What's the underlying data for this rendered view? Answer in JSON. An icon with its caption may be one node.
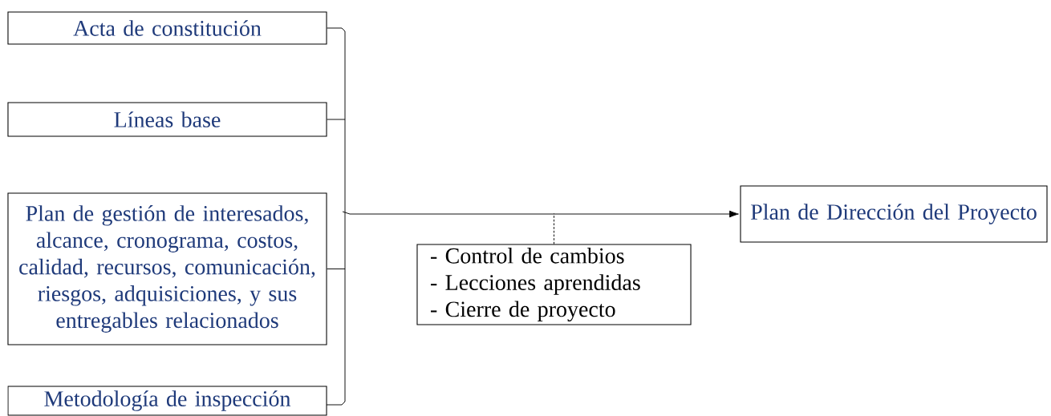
{
  "diagram": {
    "nodes": [
      {
        "text": [
          "Acta de constitución"
        ]
      },
      {
        "text": [
          "Líneas base"
        ]
      },
      {
        "text": [
          "Plan de gestión de interesados, alcance, cronograma, costos, calidad, recursos, comunicación, riesgos, adquisiciones, y sus entregables relacionados"
        ]
      },
      {
        "text": [
          "Metodología de inspección"
        ]
      },
      {
        "text": [
          "- Control de cambios",
          "- Lecciones aprendidas",
          "- Cierre de proyecto"
        ]
      },
      {
        "text": [
          "Plan de Dirección del Proyecto"
        ]
      }
    ],
    "edges": [
      {
        "from": 0,
        "to": 5,
        "arrow": "to"
      },
      {
        "from": 1,
        "to": 5,
        "arrow": "to"
      },
      {
        "from": 2,
        "to": 5,
        "arrow": "to"
      },
      {
        "from": 3,
        "to": 5,
        "arrow": "to"
      },
      {
        "from": 4,
        "to": null,
        "arrow": "none",
        "style": "dashed"
      }
    ]
  }
}
